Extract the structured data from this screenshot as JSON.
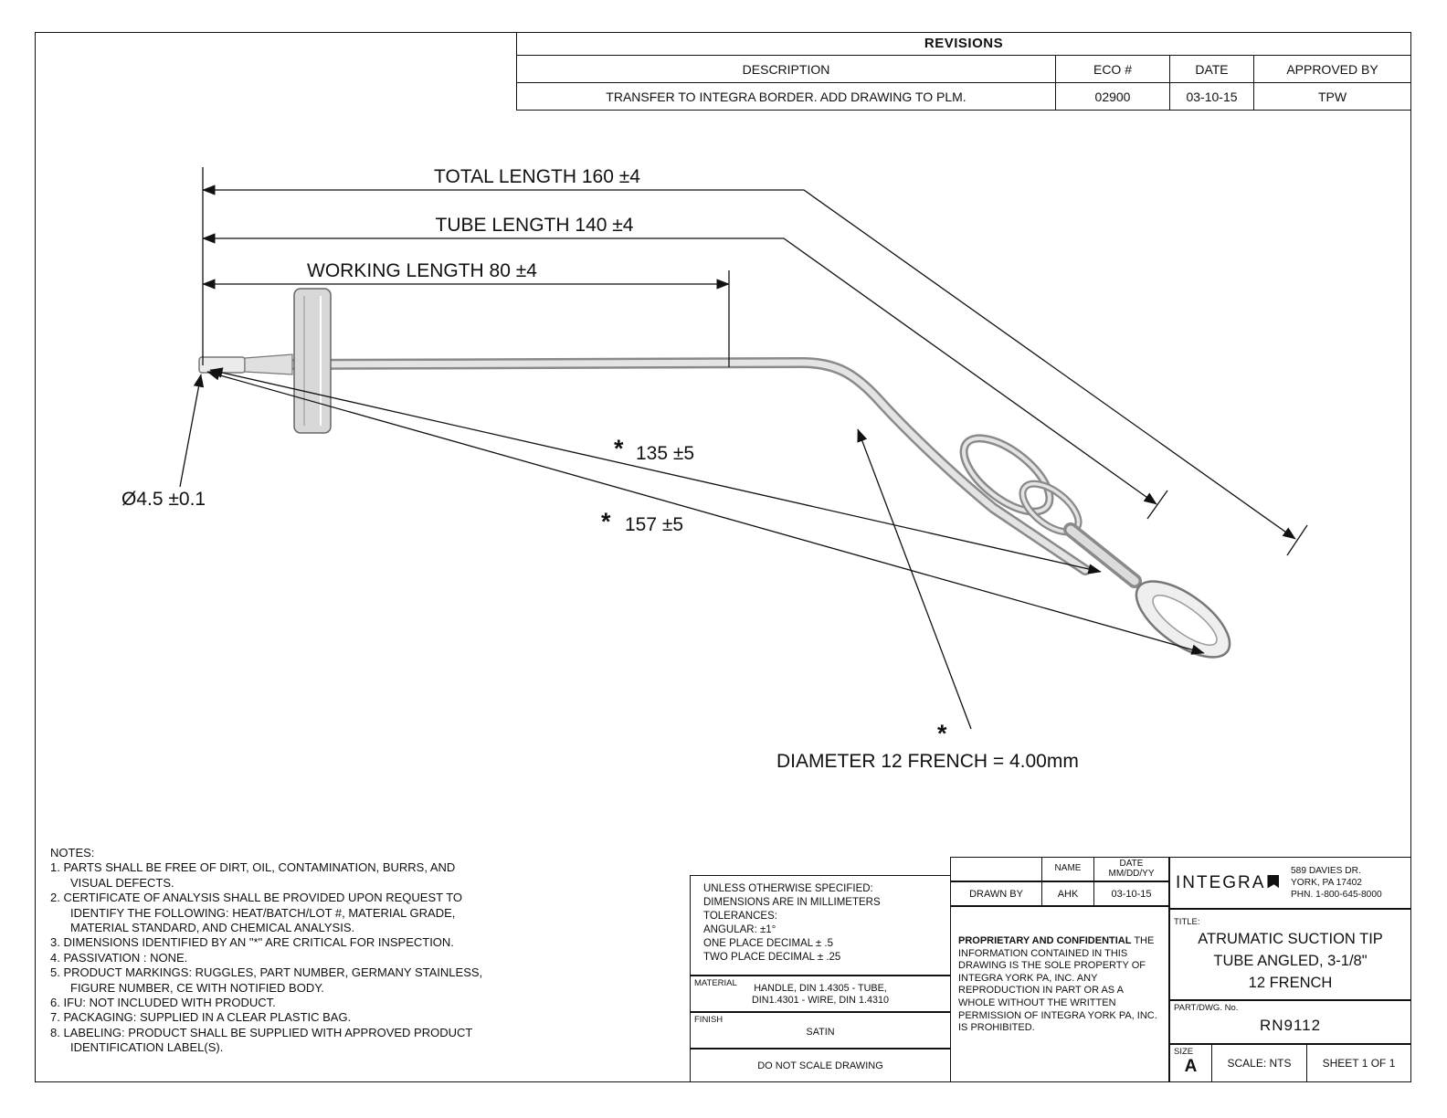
{
  "revisions": {
    "title": "REVISIONS",
    "headers": {
      "description": "DESCRIPTION",
      "eco": "ECO #",
      "date": "DATE",
      "approved": "APPROVED BY"
    },
    "row": {
      "description": "TRANSFER TO INTEGRA BORDER. ADD DRAWING TO PLM.",
      "eco": "02900",
      "date": "03-10-15",
      "approved": "TPW"
    }
  },
  "drawing": {
    "total_length": "TOTAL LENGTH 160 ±4",
    "tube_length": "TUBE LENGTH 140 ±4",
    "working_length": "WORKING LENGTH 80 ±4",
    "tip_diameter": "Ø4.5 ±0.1",
    "critical_marker": "*",
    "dim_135": "135 ±5",
    "dim_157": "157 ±5",
    "french_note": "DIAMETER 12 FRENCH = 4.00mm"
  },
  "notes": {
    "title": "NOTES:",
    "items": [
      "1.  PARTS SHALL BE FREE OF DIRT, OIL, CONTAMINATION, BURRS, AND VISUAL DEFECTS.",
      "2.  CERTIFICATE OF ANALYSIS SHALL BE PROVIDED UPON REQUEST TO IDENTIFY THE FOLLOWING: HEAT/BATCH/LOT #, MATERIAL GRADE, MATERIAL STANDARD, AND CHEMICAL ANALYSIS.",
      "3.  DIMENSIONS IDENTIFIED BY AN \"*\" ARE CRITICAL FOR INSPECTION.",
      "4.  PASSIVATION : NONE.",
      "5.  PRODUCT MARKINGS: RUGGLES, PART NUMBER, GERMANY STAINLESS, FIGURE NUMBER, CE WITH NOTIFIED BODY.",
      "6.  IFU: NOT INCLUDED WITH PRODUCT.",
      "7.  PACKAGING: SUPPLIED IN A CLEAR PLASTIC BAG.",
      "8.  LABELING: PRODUCT SHALL BE SUPPLIED WITH APPROVED PRODUCT IDENTIFICATION LABEL(S)."
    ]
  },
  "title_block": {
    "tolerances": {
      "line1": "UNLESS OTHERWISE SPECIFIED:",
      "line2": "DIMENSIONS ARE IN MILLIMETERS",
      "line3": "TOLERANCES:",
      "line4": "ANGULAR: ±1°",
      "line5": "ONE PLACE DECIMAL ± .5",
      "line6": "TWO PLACE DECIMAL ± .25"
    },
    "material": {
      "label": "MATERIAL",
      "value": "HANDLE, DIN 1.4305 - TUBE, DIN1.4301 - WIRE, DIN 1.4310"
    },
    "finish": {
      "label": "FINISH",
      "value": "SATIN"
    },
    "do_not_scale": "DO NOT SCALE DRAWING",
    "sign_off": {
      "name_header": "NAME",
      "date_header_line1": "DATE",
      "date_header_line2": "MM/DD/YY",
      "drawn_by_label": "DRAWN BY",
      "drawn_by_name": "AHK",
      "drawn_by_date": "03-10-15"
    },
    "proprietary": {
      "title": "PROPRIETARY AND CONFIDENTIAL",
      "body": "THE INFORMATION CONTAINED IN THIS DRAWING IS THE SOLE PROPERTY OF INTEGRA YORK PA, INC.  ANY REPRODUCTION IN PART OR AS A WHOLE WITHOUT THE WRITTEN PERMISSION OF INTEGRA YORK PA, INC. IS PROHIBITED."
    },
    "company": {
      "logo": "INTEGRA",
      "address_line1": "589 DAVIES DR.",
      "address_line2": "YORK, PA 17402",
      "address_line3": "PHN. 1-800-645-8000"
    },
    "title_section": {
      "label": "TITLE:",
      "line1": "ATRUMATIC SUCTION TIP",
      "line2": "TUBE ANGLED, 3-1/8\"",
      "line3": "12 FRENCH"
    },
    "part": {
      "label": "PART/DWG. No.",
      "number": "RN9112"
    },
    "size_row": {
      "size_label": "SIZE",
      "size_value": "A",
      "scale": "SCALE: NTS",
      "sheet": "SHEET 1 OF 1"
    }
  }
}
